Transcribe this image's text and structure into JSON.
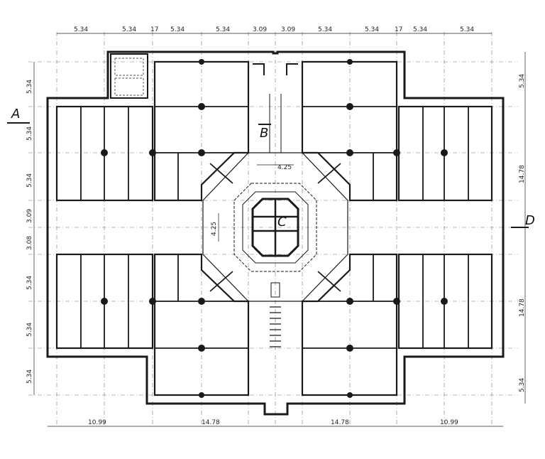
{
  "dimensions": {
    "top": [
      "5.34",
      "5.34",
      "17",
      "5.34",
      "5.34",
      "3.09",
      "3.09",
      "5.34",
      "5.34",
      "17",
      "5.34",
      "5.34"
    ],
    "left": [
      "5.34",
      "5.34",
      "5.34",
      "3.09",
      "3.08",
      "5.34",
      "5.34",
      "5.34"
    ],
    "right": [
      "5.34",
      "14.78",
      "14.78",
      "5.34"
    ],
    "bottom": [
      "10.99",
      "14.78",
      "14.78",
      "10.99"
    ],
    "core": [
      "4.25",
      "4.25"
    ]
  },
  "section_labels": {
    "a": "A",
    "b": "B",
    "c": "C",
    "d": "D"
  },
  "colors": {
    "ink": "#1a1a1a",
    "grid": "#555555",
    "paper": "#ffffff"
  }
}
